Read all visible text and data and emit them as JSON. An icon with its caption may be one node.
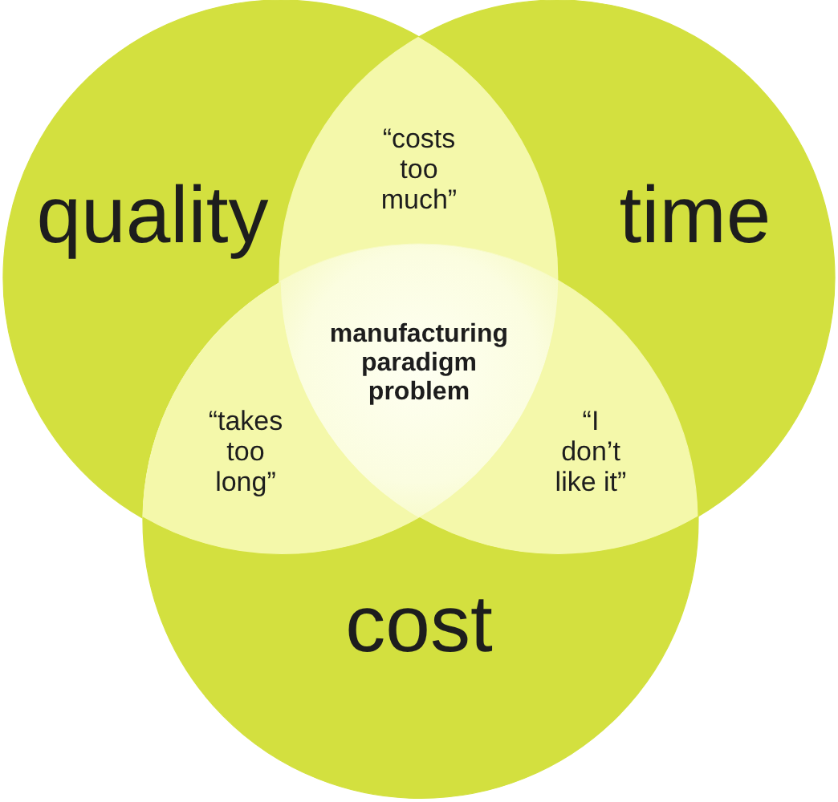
{
  "diagram": {
    "nodes": [
      {
        "text": [
          "quality"
        ]
      },
      {
        "text": [
          "“costs too much”"
        ]
      },
      {
        "text": [
          "time"
        ]
      },
      {
        "text": [
          "manufacturing paradigm problem"
        ]
      },
      {
        "text": [
          "“takes too long”"
        ]
      },
      {
        "text": [
          "“I don’t like it”"
        ]
      },
      {
        "text": [
          "cost"
        ]
      }
    ]
  }
}
